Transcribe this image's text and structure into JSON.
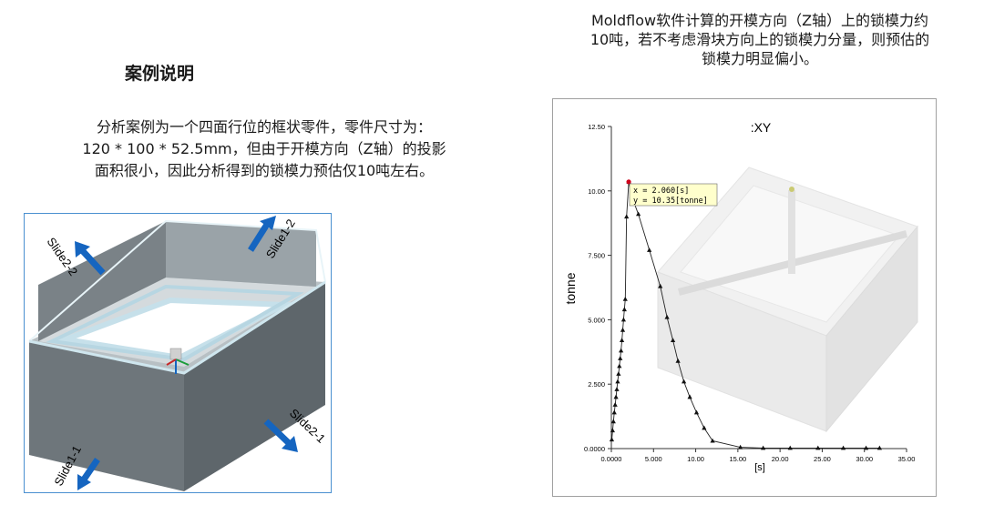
{
  "left": {
    "title": "案例说明",
    "description_lines": [
      "分析案例为一个四面行位的框状零件，零件尺寸为：",
      "120 * 100 * 52.5mm，但由于开模方向（Z轴）的投影",
      "面积很小，因此分析得到的锁模力预估仅10吨左右。"
    ],
    "slides": [
      "Slide1-2",
      "Slide2-2",
      "Slide2-1",
      "Slide1-1"
    ]
  },
  "right": {
    "note_lines": [
      "Moldflow软件计算的开模方向（Z轴）上的锁模力约",
      "10吨，若不考虑滑块方向上的锁模力分量，则预估的",
      "锁模力明显偏小。"
    ]
  },
  "colors": {
    "arrow": "#1565c0",
    "part_dark": "#6b7378",
    "part_mid": "#8e979c",
    "part_light": "#c9d0d3",
    "marker": "#d0021b"
  },
  "chart_data": {
    "type": "line",
    "title": ":XY",
    "xlabel": "[s]",
    "ylabel": "tonne",
    "xlim": [
      0,
      35
    ],
    "ylim": [
      0,
      12.5
    ],
    "xticks": [
      "0.0000",
      "5.000",
      "10.00",
      "15.00",
      "20.00",
      "25.00",
      "30.00",
      "35.00"
    ],
    "yticks": [
      "0.0000",
      "2.500",
      "5.000",
      "7.500",
      "10.00",
      "12.50"
    ],
    "tooltip": {
      "line1": "x = 2.060[s]",
      "line2": "y = 10.35[tonne]"
    },
    "marker_point": [
      2.06,
      10.35
    ],
    "series": [
      {
        "points": [
          [
            0.05,
            0.35
          ],
          [
            0.15,
            0.7
          ],
          [
            0.25,
            1.05
          ],
          [
            0.35,
            1.4
          ],
          [
            0.45,
            1.7
          ],
          [
            0.55,
            2.0
          ],
          [
            0.65,
            2.3
          ],
          [
            0.75,
            2.6
          ],
          [
            0.85,
            2.9
          ],
          [
            0.95,
            3.2
          ],
          [
            1.05,
            3.5
          ],
          [
            1.15,
            3.8
          ],
          [
            1.25,
            4.2
          ],
          [
            1.35,
            4.6
          ],
          [
            1.45,
            5.0
          ],
          [
            1.55,
            5.4
          ],
          [
            1.65,
            5.8
          ],
          [
            1.8,
            9.0
          ],
          [
            2.06,
            10.35
          ],
          [
            2.4,
            9.8
          ],
          [
            3.2,
            9.1
          ],
          [
            4.5,
            7.7
          ],
          [
            5.8,
            6.3
          ],
          [
            6.6,
            5.1
          ],
          [
            7.3,
            4.2
          ],
          [
            7.9,
            3.4
          ],
          [
            8.6,
            2.6
          ],
          [
            9.3,
            2.0
          ],
          [
            10.1,
            1.4
          ],
          [
            11.0,
            0.8
          ],
          [
            12.0,
            0.3
          ],
          [
            15.3,
            0.05
          ],
          [
            18.0,
            0.02
          ],
          [
            21.2,
            0.02
          ],
          [
            24.5,
            0.02
          ],
          [
            27.5,
            0.02
          ],
          [
            30.2,
            0.02
          ],
          [
            31.8,
            0.02
          ]
        ]
      }
    ]
  }
}
